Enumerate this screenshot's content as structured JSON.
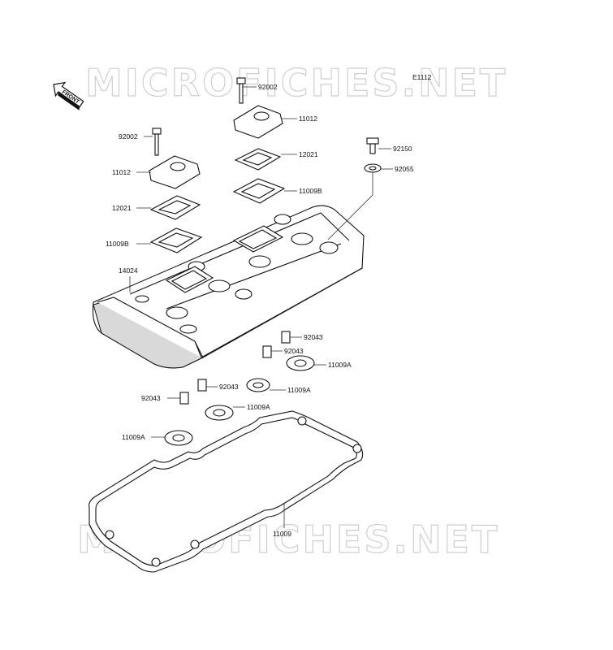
{
  "diagram": {
    "ref_code": "E1112",
    "front_tag": "FRONT",
    "watermark": "MICROFICHES.NET",
    "callouts": [
      {
        "id": "c1",
        "text": "92002"
      },
      {
        "id": "c2",
        "text": "11012"
      },
      {
        "id": "c3",
        "text": "92002"
      },
      {
        "id": "c4",
        "text": "12021"
      },
      {
        "id": "c5",
        "text": "11012"
      },
      {
        "id": "c6",
        "text": "92150"
      },
      {
        "id": "c7",
        "text": "92055"
      },
      {
        "id": "c8",
        "text": "11009B"
      },
      {
        "id": "c9",
        "text": "12021"
      },
      {
        "id": "c10",
        "text": "11009B"
      },
      {
        "id": "c11",
        "text": "14024"
      },
      {
        "id": "c12",
        "text": "92043"
      },
      {
        "id": "c13",
        "text": "92043"
      },
      {
        "id": "c14",
        "text": "11009A"
      },
      {
        "id": "c15",
        "text": "11009A"
      },
      {
        "id": "c16",
        "text": "92043"
      },
      {
        "id": "c17",
        "text": "92043"
      },
      {
        "id": "c18",
        "text": "11009A"
      },
      {
        "id": "c19",
        "text": "11009A"
      },
      {
        "id": "c20",
        "text": "11009"
      }
    ]
  }
}
